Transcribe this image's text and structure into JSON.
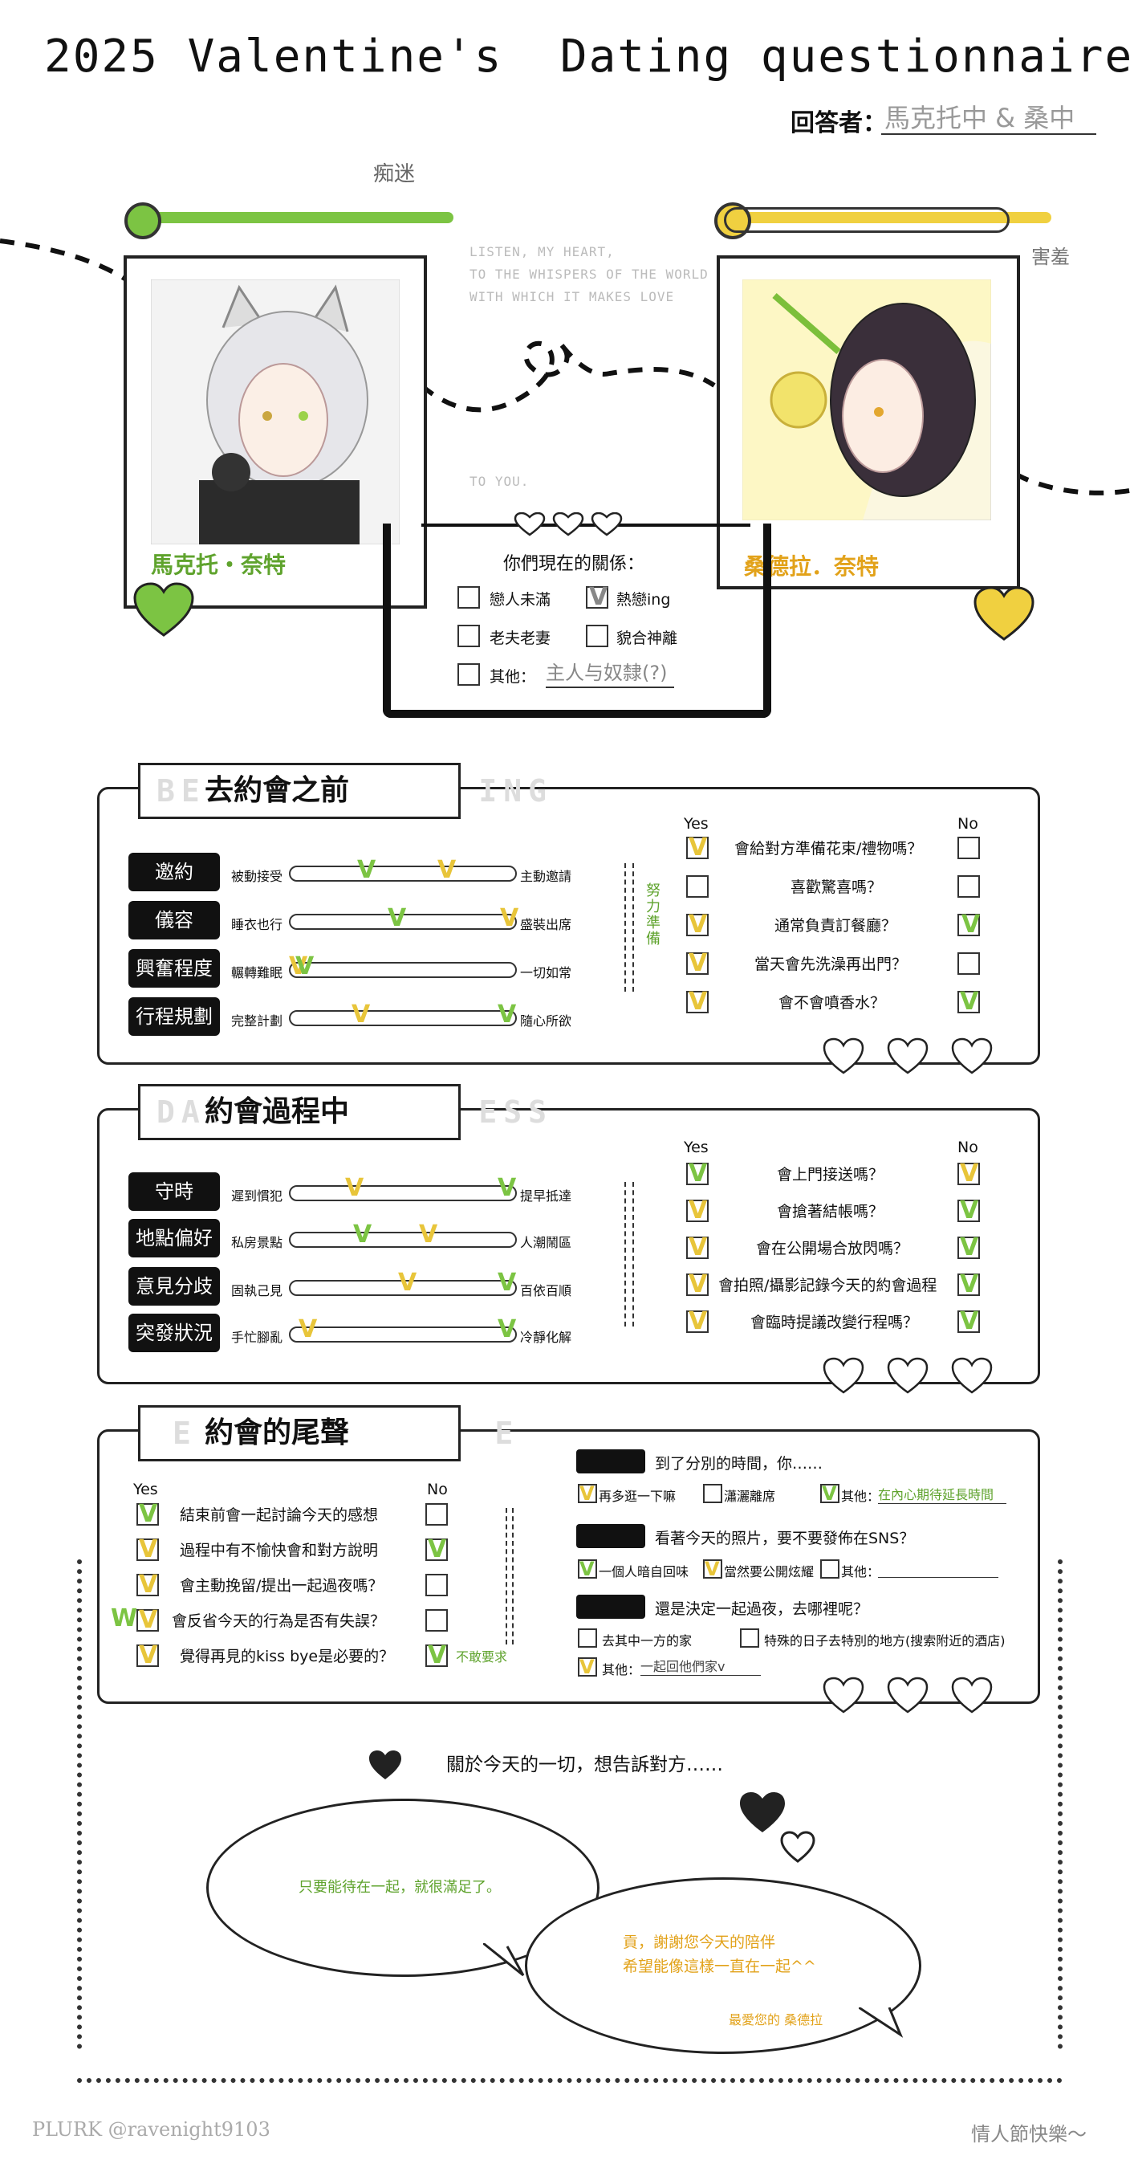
{
  "header": {
    "title": "2025 Valentine's  Dating questionnaire",
    "answerer_label": "回答者：",
    "answerer_value": "馬克托中 & 桑中"
  },
  "characters": {
    "left": {
      "name": "馬克托・奈特",
      "note": "痴迷",
      "color": "#7cc443"
    },
    "right": {
      "name": "桑德拉．奈特",
      "note": "害羞",
      "color": "#f0d040"
    }
  },
  "poem": {
    "lines": "LISTEN, MY HEART,\nTO THE WHISPERS OF THE WORLD\nWITH WHICH IT MAKES LOVE",
    "end": "TO YOU."
  },
  "relationship": {
    "title": "你們現在的關係：",
    "options": [
      "戀人未滿",
      "熱戀ing",
      "老夫老妻",
      "貌合神離"
    ],
    "other_label": "其他：",
    "other_value": "主人与奴隸(?)"
  },
  "sections": {
    "before": {
      "title": "去約會之前",
      "ghost": "BE           ING"
    },
    "during": {
      "title": "約會過程中",
      "ghost": "DAT          ESS"
    },
    "ending": {
      "title": "約會的尾聲",
      "ghost": "E            E"
    }
  },
  "before_sliders": [
    {
      "label": "邀約",
      "left": "被動接受",
      "right": "主動邀請"
    },
    {
      "label": "儀容",
      "left": "睡衣也行",
      "right": "盛裝出席"
    },
    {
      "label": "興奮程度",
      "left": "輾轉難眠",
      "right": "一切如常"
    },
    {
      "label": "行程規劃",
      "left": "完整計劃",
      "right": "隨心所欲"
    }
  ],
  "before_questions": {
    "yes": "Yes",
    "no": "No",
    "side_note": "努力準備",
    "items": [
      "會給對方準備花束/禮物嗎？",
      "喜歡驚喜嗎？",
      "通常負責訂餐廳？",
      "當天會先洗澡再出門？",
      "會不會噴香水？"
    ]
  },
  "during_sliders": [
    {
      "label": "守時",
      "left": "遲到慣犯",
      "right": "提早抵達"
    },
    {
      "label": "地點偏好",
      "left": "私房景點",
      "right": "人潮鬧區"
    },
    {
      "label": "意見分歧",
      "left": "固執己見",
      "right": "百依百順"
    },
    {
      "label": "突發狀況",
      "left": "手忙腳亂",
      "right": "冷靜化解"
    }
  ],
  "during_questions": {
    "yes": "Yes",
    "no": "No",
    "items": [
      "會上門接送嗎？",
      "會搶著結帳嗎？",
      "會在公開場合放閃嗎？",
      "會拍照/攝影記錄今天的約會過程",
      "會臨時提議改變行程嗎？"
    ]
  },
  "ending_questions": {
    "yes": "Yes",
    "no": "No",
    "items": [
      "結束前會一起討論今天的感想",
      "過程中有不愉快會和對方說明",
      "會主動挽留/提出一起過夜嗎？",
      "會反省今天的行為是否有失誤？",
      "覺得再見的kiss bye是必要的？"
    ],
    "note": "不敢要求"
  },
  "ending_right": {
    "q1": {
      "title": "到了分別的時間，你……",
      "opts": [
        "再多逛一下嘛",
        "瀟灑離席"
      ],
      "other": "其他：",
      "other_value": "在內心期待延長時間"
    },
    "q2": {
      "title": "看著今天的照片，要不要發佈在SNS？",
      "opts": [
        "一個人暗自回味",
        "當然要公開炫耀"
      ],
      "other": "其他："
    },
    "q3": {
      "title": "還是決定一起過夜，去哪裡呢？",
      "opts": [
        "去其中一方的家",
        "特殊的日子去特別的地方(搜索附近的酒店)"
      ],
      "other": "其他：",
      "other_value": "一起回他們家v"
    }
  },
  "message": {
    "title": "關於今天的一切，想告訴對方……",
    "left_msg": "只要能待在一起，就很滿足了。",
    "right_msg_1": "貢，謝謝您今天的陪伴",
    "right_msg_2": "希望能像這樣一直在一起^^",
    "right_sign": "最愛您的 桑德拉"
  },
  "footer": {
    "credit": "PLURK  @ravenight9103",
    "greeting": "情人節快樂～"
  }
}
